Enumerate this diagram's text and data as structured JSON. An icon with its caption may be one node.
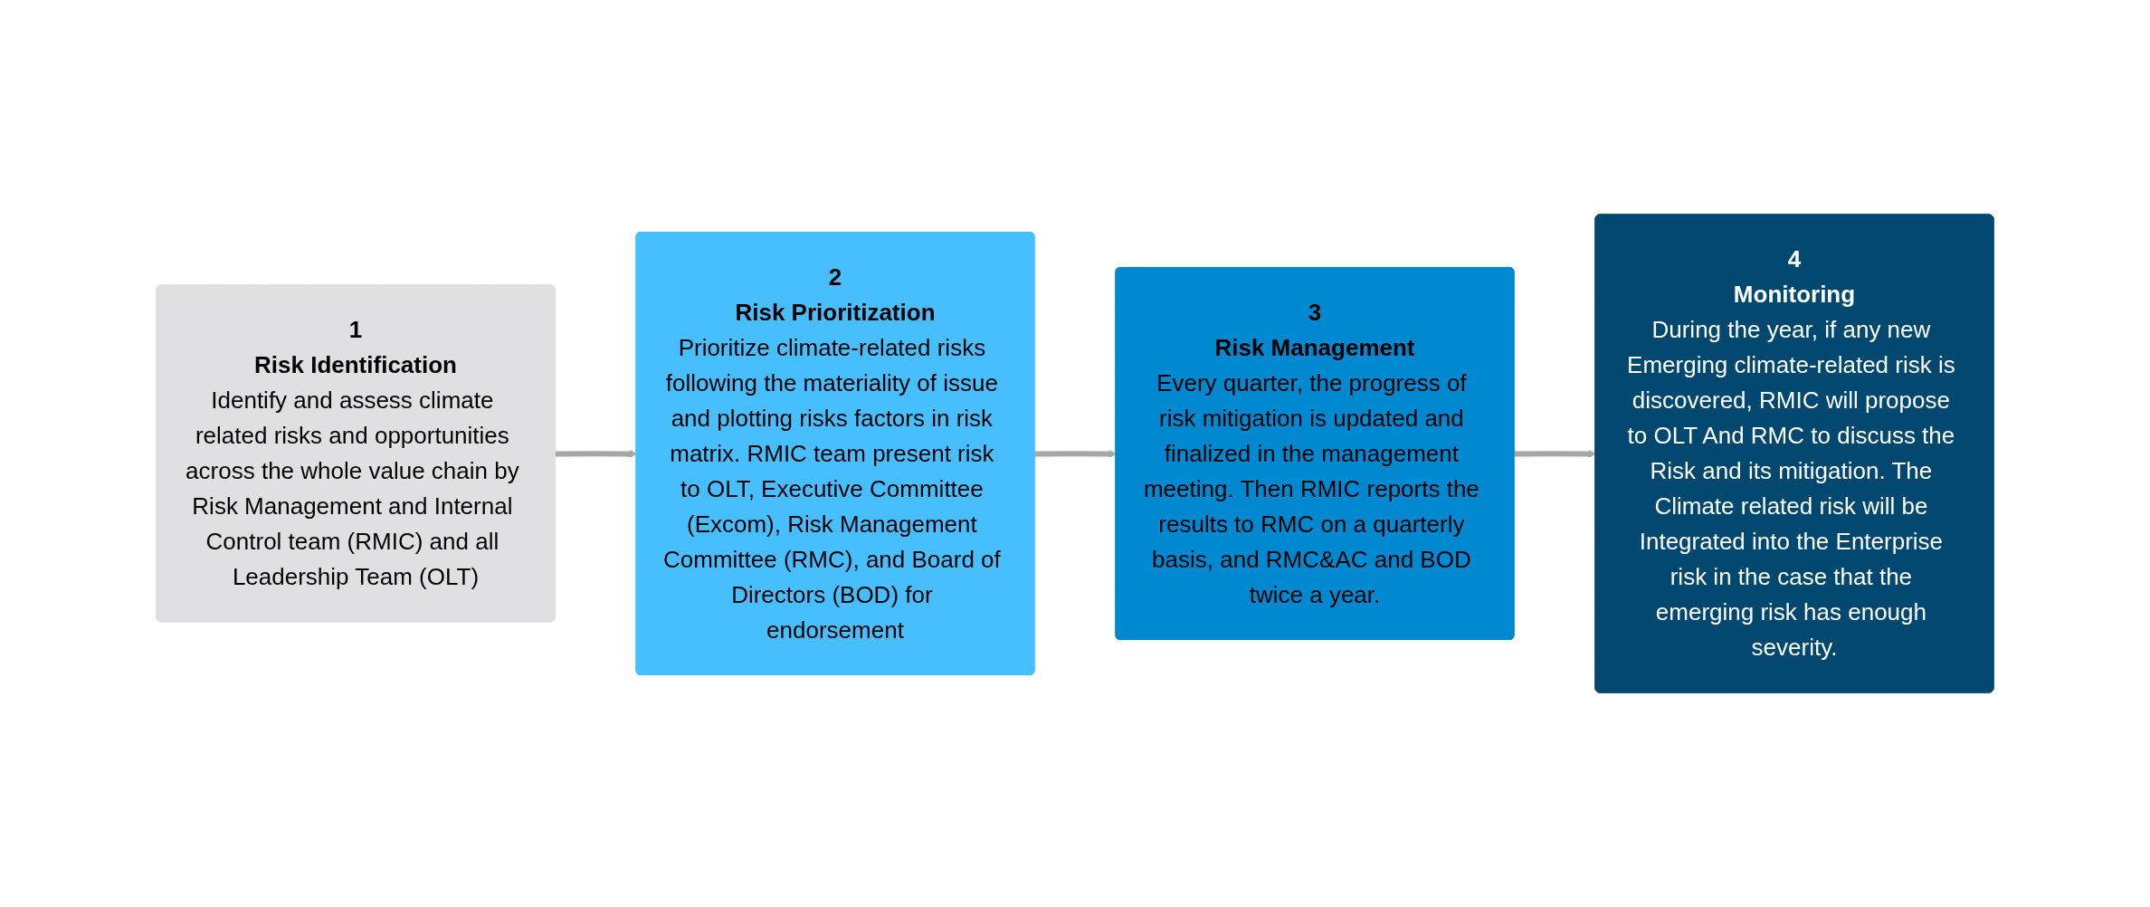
{
  "diagram": {
    "nodes": [
      {
        "text": [
          "1",
          "Risk Identification",
          "Identify and assess climate related risks and opportunities across the whole value chain by Risk Management and Internal Control team (RMIC) and all Leadership Team (OLT)"
        ]
      },
      {
        "text": [
          "2",
          "Risk Prioritization",
          "Prioritize climate-related risks following the materiality of issue and plotting risks factors in risk matrix. RMIC team present risk to OLT, Executive Committee (Excom), Risk Management Committee (RMC), and Board of Directors (BOD) for endorsement"
        ]
      },
      {
        "text": [
          "3",
          "Risk Management",
          "Every quarter, the progress of risk mitigation is updated and finalized in the management meeting. Then RMIC reports the results to RMC on a quarterly basis, and RMC&AC and BOD twice a year."
        ]
      },
      {
        "text": [
          "4",
          "Monitoring",
          "During the year, if any new Emerging climate-related risk is discovered, RMIC will propose to OLT And RMC to discuss the Risk and its mitigation. The Climate related risk will be Integrated into the Enterprise risk in the case that the emerging risk has enough severity."
        ]
      }
    ],
    "edges": [
      {
        "from": 0,
        "to": 1,
        "arrow": "to"
      },
      {
        "from": 1,
        "to": 2,
        "arrow": "to"
      },
      {
        "from": 2,
        "to": 3,
        "arrow": "to"
      }
    ]
  }
}
